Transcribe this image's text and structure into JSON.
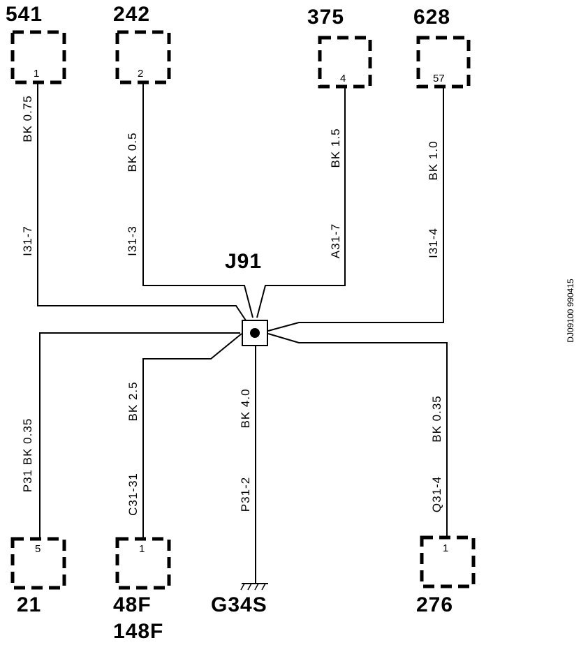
{
  "splice": {
    "name": "J91"
  },
  "ground": {
    "name": "G34S"
  },
  "reference": "DJ09100 990415",
  "top_connectors": [
    {
      "id": "541",
      "pin": "1",
      "wire": {
        "color_size": "BK  0.75",
        "circuit": "I31-7"
      }
    },
    {
      "id": "242",
      "pin": "2",
      "wire": {
        "color_size": "BK  0.5",
        "circuit": "I31-3"
      }
    },
    {
      "id": "375",
      "pin": "4",
      "wire": {
        "color_size": "BK  1.5",
        "circuit": "A31-7"
      }
    },
    {
      "id": "628",
      "pin": "57",
      "wire": {
        "color_size": "BK  1.0",
        "circuit": "I31-4"
      }
    }
  ],
  "bottom_connectors": [
    {
      "id": "21",
      "pin": "5",
      "wire": {
        "color_size": "P31   BK  0.35",
        "circuit": ""
      }
    },
    {
      "id": "48F",
      "id2": "148F",
      "pin": "1",
      "wire": {
        "color_size": "BK  2.5",
        "circuit": "C31-31"
      }
    },
    {
      "id": "276",
      "pin": "1",
      "wire": {
        "color_size": "BK  0.35",
        "circuit": "Q31-4"
      }
    }
  ],
  "ground_wire": {
    "color_size": "BK  4.0",
    "circuit": "P31-2"
  }
}
